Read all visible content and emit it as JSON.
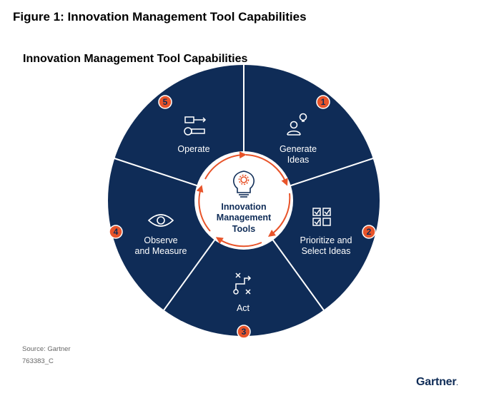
{
  "figure_title": "Figure 1: Innovation Management Tool Capabilities",
  "chart_title": "Innovation Management Tool Capabilities",
  "center": {
    "line1": "Innovation",
    "line2": "Management",
    "line3": "Tools",
    "icon": "lightbulb-gear-icon"
  },
  "segments": [
    {
      "number": "1",
      "line1": "Generate",
      "line2": "Ideas",
      "icon": "person-idea-icon"
    },
    {
      "number": "2",
      "line1": "Prioritize and",
      "line2": "Select Ideas",
      "icon": "checklist-icon"
    },
    {
      "number": "3",
      "line1": "Act",
      "line2": "",
      "icon": "path-route-icon"
    },
    {
      "number": "4",
      "line1": "Observe",
      "line2": "and Measure",
      "icon": "eye-icon"
    },
    {
      "number": "5",
      "line1": "Operate",
      "line2": "",
      "icon": "wrench-sliders-icon"
    }
  ],
  "source": "Source: Gartner",
  "code": "763383_C",
  "logo": "Gartner",
  "colors": {
    "segment_fill": "#0f2c57",
    "divider": "#ffffff",
    "accent": "#e8542a",
    "center_text": "#0f2c57"
  }
}
